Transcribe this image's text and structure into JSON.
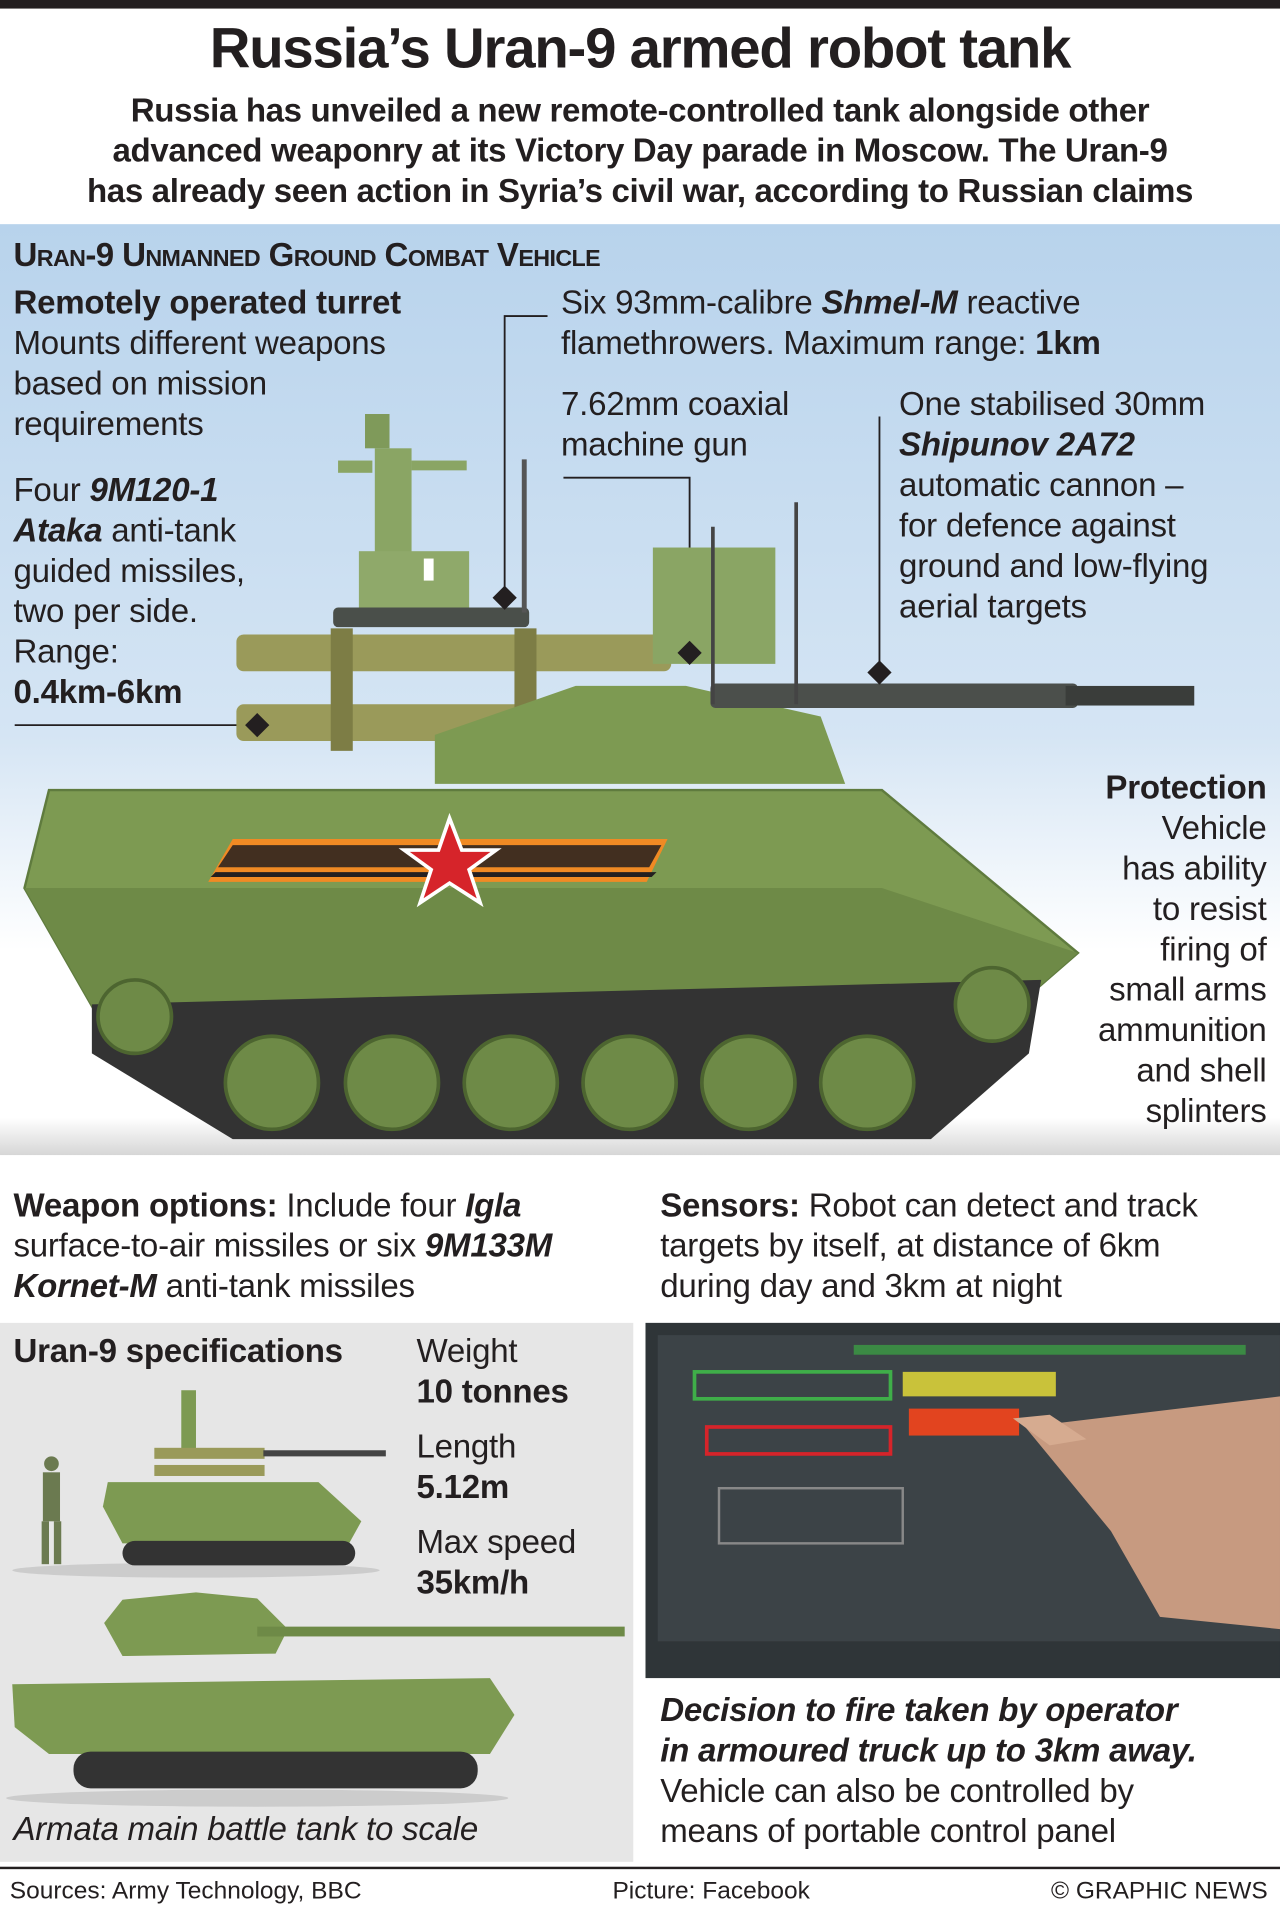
{
  "header": {
    "title": "Russia’s Uran-9 armed robot tank",
    "subtitle": [
      "Russia has unveiled a new remote-controlled tank alongside other",
      "advanced weaponry at its Victory Day parade in Moscow. The Uran-9",
      "has already seen action in Syria’s civil war, according to Russian claims"
    ]
  },
  "diagram": {
    "heading": "Uran-9 Unmanned Ground Combat Vehicle",
    "turret": {
      "title": "Remotely operated turret",
      "lines": [
        "Mounts different weapons",
        "based on mission",
        "requirements"
      ]
    },
    "missiles": {
      "a": "Four ",
      "b": "9M120-1",
      "c": "Ataka",
      "d": " anti-tank",
      "lines": [
        "guided missiles,",
        "two per side.",
        "Range:"
      ],
      "range": "0.4km-6km"
    },
    "flame": {
      "a": "Six 93mm-calibre ",
      "b": "Shmel-M",
      "c": " reactive",
      "d": "flamethrowers. Maximum range: ",
      "e": "1km"
    },
    "mg": {
      "lines": [
        "7.62mm coaxial",
        "machine gun"
      ]
    },
    "cannon": {
      "a": "One stabilised 30mm",
      "b": "Shipunov 2A72",
      "lines": [
        "automatic cannon –",
        "for defence against",
        "ground and low-flying",
        "aerial targets"
      ]
    },
    "protection": {
      "title": "Protection",
      "lines": [
        "Vehicle",
        "has ability",
        "to resist",
        "firing of",
        "small arms",
        "ammunition",
        "and shell",
        "splinters"
      ]
    }
  },
  "weapons": {
    "label": "Weapon options:",
    "a": " Include four ",
    "b": "Igla",
    "c": "surface-to-air missiles or six ",
    "d": "9M133M",
    "e": "Kornet-M",
    "f": " anti-tank missiles"
  },
  "sensors": {
    "label": "Sensors:",
    "a": " Robot can detect and track",
    "lines": [
      "targets by itself, at distance of 6km",
      "during day and 3km at night"
    ]
  },
  "specs": {
    "title": "Uran-9 specifications",
    "items": [
      {
        "label": "Weight",
        "value": "10 tonnes"
      },
      {
        "label": "Length",
        "value": "5.12m"
      },
      {
        "label": "Max speed",
        "value": "35km/h"
      }
    ],
    "caption": "Armata main battle tank to scale"
  },
  "photo_caption": {
    "bold": [
      "Decision to fire taken by operator",
      "in armoured truck up to 3km away."
    ],
    "lines": [
      "Vehicle can also be controlled by",
      "means of portable control panel"
    ]
  },
  "footer": {
    "sources": "Sources: Army Technology, BBC",
    "picture": "Picture: Facebook",
    "credit": "© GRAPHIC NEWS"
  },
  "colors": {
    "tank_green": "#7d9a52",
    "sky": "#b8d3ec",
    "ribbon_orange": "#f08a24",
    "star_red": "#d6242a"
  }
}
